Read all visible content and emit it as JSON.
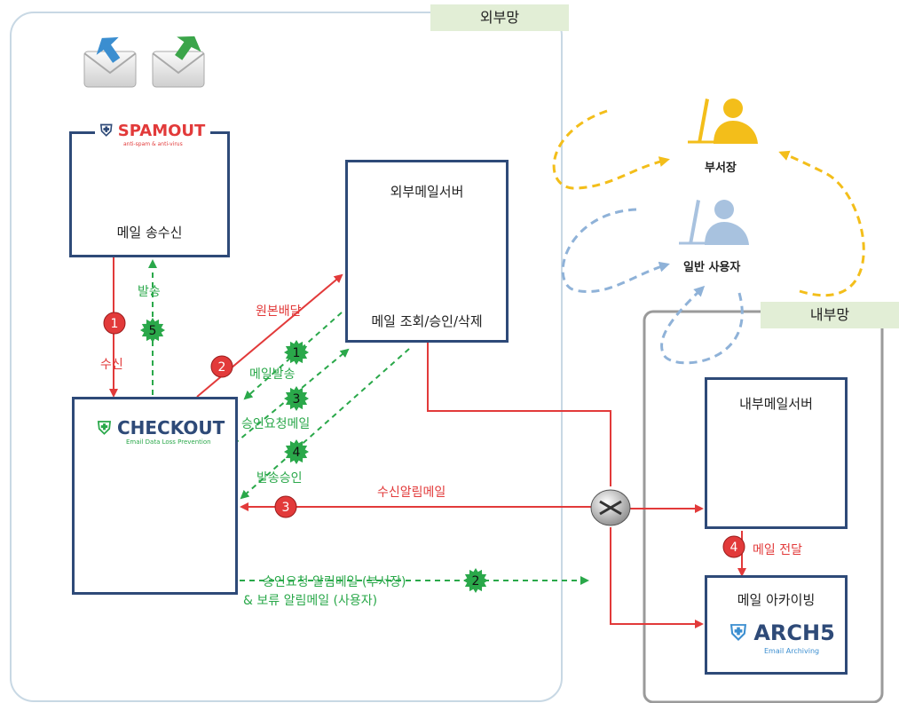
{
  "zones": {
    "external": "외부망",
    "internal": "내부망"
  },
  "boxes": {
    "spamout": {
      "logo": "SPAMOUT",
      "tagline": "anti-spam & anti-virus",
      "label": "메일 송수신"
    },
    "checkout": {
      "logo": "CHECKOUT",
      "tagline": "Email Data Loss Prevention"
    },
    "ext_server": {
      "title": "외부메일서버",
      "label": "메일 조회/승인/삭제"
    },
    "int_server": {
      "title": "내부메일서버"
    },
    "archive": {
      "title": "메일 아카이빙",
      "logo": "ARCH5",
      "tagline": "Email Archiving"
    }
  },
  "people": {
    "manager": "부서장",
    "user": "일반 사용자"
  },
  "flow_labels": {
    "send": "발송",
    "receive": "수신",
    "original": "원본배달",
    "mail_send": "메일발송",
    "approval_request": "승인요청메일",
    "send_approval": "발송승인",
    "receipt_notice": "수신알림메일",
    "deliver": "메일 전달",
    "notify_line1": "승인요청 알림메일 (부서장)",
    "notify_line2": "& 보류 알림메일 (사용자)"
  },
  "badges": {
    "red": [
      "1",
      "2",
      "3",
      "4"
    ],
    "green": [
      "5",
      "1",
      "3",
      "4",
      "2"
    ]
  },
  "colors": {
    "red": "#e23a3a",
    "green": "#2aa84a",
    "navy": "#2e4a78",
    "yellow": "#f3be1a",
    "blue": "#8fb2d8",
    "tag": "#e2eed6"
  }
}
